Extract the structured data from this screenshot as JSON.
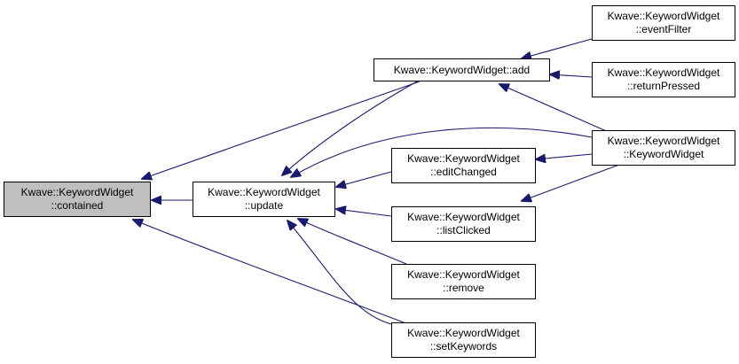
{
  "graph": {
    "edge_color": "#191970",
    "root_fill": "#bfbfbf",
    "nodes": [
      {
        "id": "contained",
        "line1": "Kwave::KeywordWidget",
        "line2": "::contained"
      },
      {
        "id": "update",
        "line1": "Kwave::KeywordWidget",
        "line2": "::update"
      },
      {
        "id": "add",
        "line1": "Kwave::KeywordWidget::add",
        "line2": ""
      },
      {
        "id": "editChanged",
        "line1": "Kwave::KeywordWidget",
        "line2": "::editChanged"
      },
      {
        "id": "listClicked",
        "line1": "Kwave::KeywordWidget",
        "line2": "::listClicked"
      },
      {
        "id": "remove",
        "line1": "Kwave::KeywordWidget",
        "line2": "::remove"
      },
      {
        "id": "setKeywords",
        "line1": "Kwave::KeywordWidget",
        "line2": "::setKeywords"
      },
      {
        "id": "eventFilter",
        "line1": "Kwave::KeywordWidget",
        "line2": "::eventFilter"
      },
      {
        "id": "returnPressed",
        "line1": "Kwave::KeywordWidget",
        "line2": "::returnPressed"
      },
      {
        "id": "ctor",
        "line1": "Kwave::KeywordWidget",
        "line2": "::KeywordWidget"
      }
    ],
    "edges": [
      {
        "from": "update",
        "to": "contained"
      },
      {
        "from": "add",
        "to": "contained"
      },
      {
        "from": "setKeywords",
        "to": "contained"
      },
      {
        "from": "add",
        "to": "update"
      },
      {
        "from": "ctor",
        "to": "update"
      },
      {
        "from": "editChanged",
        "to": "update"
      },
      {
        "from": "listClicked",
        "to": "update"
      },
      {
        "from": "remove",
        "to": "update"
      },
      {
        "from": "setKeywords",
        "to": "update"
      },
      {
        "from": "eventFilter",
        "to": "add"
      },
      {
        "from": "returnPressed",
        "to": "add"
      },
      {
        "from": "ctor",
        "to": "add"
      },
      {
        "from": "ctor",
        "to": "editChanged"
      },
      {
        "from": "ctor",
        "to": "listClicked"
      }
    ]
  }
}
